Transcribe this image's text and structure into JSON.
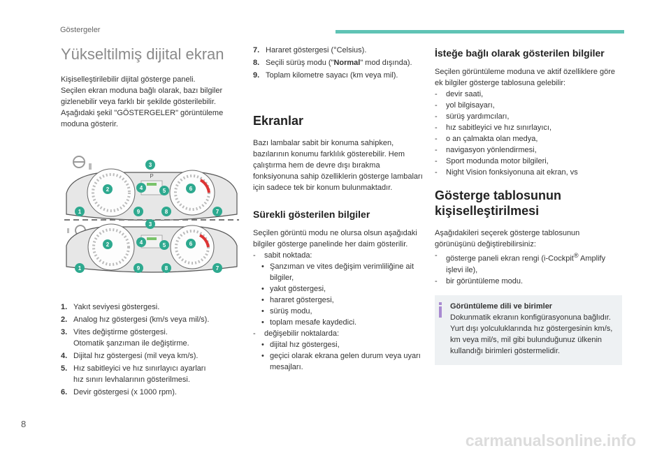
{
  "header": {
    "section": "Göstergeler",
    "accent_color": "#5fc3b5"
  },
  "page_number": "8",
  "watermark": "carmanualsonline.info",
  "col1": {
    "title": "Yükseltilmiş dijital ekran",
    "intro": [
      "Kişiselleştirilebilir dijital gösterge paneli.",
      "Seçilen ekran moduna bağlı olarak, bazı bilgiler gizlenebilir veya farklı bir şekilde gösterilebilir.",
      "Aşağıdaki şekil \"GÖSTERGELER\" görüntüleme moduna gösterir."
    ],
    "figure": {
      "gear_label": "P",
      "badges": [
        "1",
        "2",
        "3",
        "4",
        "5",
        "6",
        "7",
        "8",
        "9"
      ]
    },
    "list": [
      {
        "n": "1.",
        "text": "Yakıt seviyesi göstergesi."
      },
      {
        "n": "2.",
        "text": "Analog hız göstergesi (km/s veya mil/s)."
      },
      {
        "n": "3.",
        "text": "Vites değiştirme göstergesi.",
        "extra": "Otomatik şanzıman ile değiştirme."
      },
      {
        "n": "4.",
        "text": "Dijital hız göstergesi (mil veya km/s)."
      },
      {
        "n": "5.",
        "text": "Hız sabitleyici ve hız sınırlayıcı ayarları",
        "extra": "hız sınırı levhalarının gösterilmesi."
      },
      {
        "n": "6.",
        "text": "Devir göstergesi (x 1000 rpm)."
      }
    ]
  },
  "col2": {
    "list": [
      {
        "n": "7.",
        "text": "Hararet göstergesi (°Celsius)."
      },
      {
        "n": "8.",
        "pre": "Seçili sürüş modu (\"",
        "bold": "Normal",
        "post": "\" mod dışında)."
      },
      {
        "n": "9.",
        "text": "Toplam kilometre sayacı (km veya mil)."
      }
    ],
    "ekranlar_title": "Ekranlar",
    "ekranlar_text": "Bazı lambalar sabit bir konuma sahipken, bazılarının konumu farklılık gösterebilir. Hem çalıştırma hem de devre dışı bırakma fonksiyonuna sahip özelliklerin gösterge lambaları için sadece tek bir konum bulunmaktadır.",
    "surekli_title": "Sürekli gösterilen bilgiler",
    "surekli_text": "Seçilen görüntü modu ne olursa olsun aşağıdaki bilgiler gösterge panelinde her daim gösterilir.",
    "sabit": "sabit noktada:",
    "sabit_items": [
      "Şanzıman ve vites değişim verimliliğine ait bilgiler,",
      "yakıt göstergesi,",
      "hararet göstergesi,",
      "sürüş modu,",
      "toplam mesafe kaydedici."
    ],
    "degisebilir": "değişebilir noktalarda:",
    "degisebilir_items": [
      "dijital hız göstergesi,",
      "geçici olarak ekrana gelen durum veya uyarı mesajları."
    ]
  },
  "col3": {
    "istege_title": "İsteğe bağlı olarak gösterilen bilgiler",
    "istege_text": "Seçilen görüntüleme moduna ve aktif özelliklere göre ek bilgiler gösterge tablosuna gelebilir:",
    "istege_items": [
      "devir saati,",
      "yol bilgisayarı,",
      "sürüş yardımcıları,",
      "hız sabitleyici ve hız sınırlayıcı,",
      "o an çalmakta olan medya,",
      "navigasyon yönlendirmesi,",
      "Sport modunda motor bilgileri,",
      "Night Vision fonksiyonuna ait ekran, vs"
    ],
    "kisisel_title": "Gösterge tablosunun kişiselleştirilmesi",
    "kisisel_text": "Aşağıdakileri seçerek gösterge tablosunun görünüşünü değiştirebilirsiniz:",
    "kisisel_items": [
      {
        "pre": "gösterge paneli ekran rengi (i-Cockpit",
        "sup": "®",
        "post": " Amplify işlevi ile),"
      },
      {
        "pre": "bir görüntüleme modu.",
        "sup": "",
        "post": ""
      }
    ],
    "note_title": "Görüntüleme dili ve birimler",
    "note_lines": [
      "Dokunmatik ekranın konfigürasyonuna bağlıdır.",
      "Yurt dışı yolculuklarında hız göstergesinin km/s, km veya mil/s, mil gibi bulunduğunuz ülkenin kullandığı birimleri göstermelidir."
    ]
  }
}
